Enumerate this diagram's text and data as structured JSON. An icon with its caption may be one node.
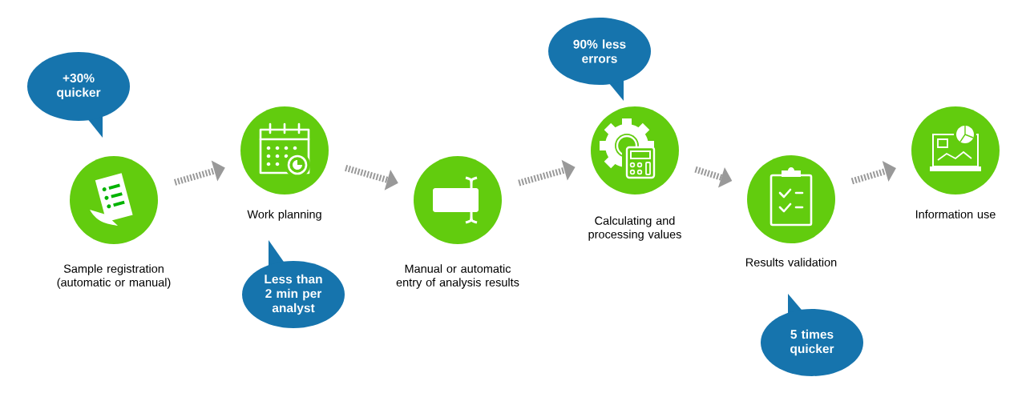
{
  "diagram": {
    "nodes": [
      {
        "text": [
          "+30% quicker"
        ]
      },
      {
        "text": [
          "Sample registration (automatic or manual)"
        ]
      },
      {
        "text": [
          "Work planning"
        ]
      },
      {
        "text": [
          "Less than 2 min per analyst"
        ]
      },
      {
        "text": [
          "Manual or automatic entry of analysis results"
        ]
      },
      {
        "text": [
          "90% less errors"
        ]
      },
      {
        "text": [
          "Calculating and processing values"
        ]
      },
      {
        "text": [
          "Results validation"
        ]
      },
      {
        "text": [
          "5 times quicker"
        ]
      },
      {
        "text": [
          "Information use"
        ]
      }
    ],
    "edges": [
      {
        "from": 1,
        "to": 2,
        "arrow": "to"
      },
      {
        "from": 2,
        "to": 4,
        "arrow": "to"
      },
      {
        "from": 4,
        "to": 6,
        "arrow": "to"
      },
      {
        "from": 6,
        "to": 7,
        "arrow": "to"
      },
      {
        "from": 7,
        "to": 9,
        "arrow": "to"
      }
    ]
  }
}
